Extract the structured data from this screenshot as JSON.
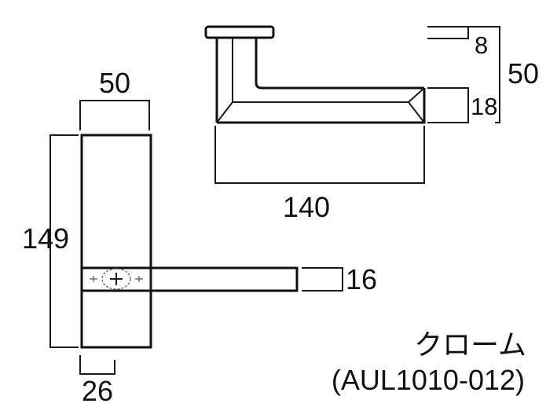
{
  "dimensions": {
    "rose_width": "50",
    "rose_height": "149",
    "spindle_offset": "26",
    "lever_thickness": "16",
    "projection": "140",
    "grip_height": "18",
    "rose_thickness": "8",
    "total_depth": "50"
  },
  "caption": {
    "finish": "クローム",
    "model": "(AUL1010-012)"
  },
  "colors": {
    "line": "#1a1a1a",
    "background": "#ffffff"
  }
}
